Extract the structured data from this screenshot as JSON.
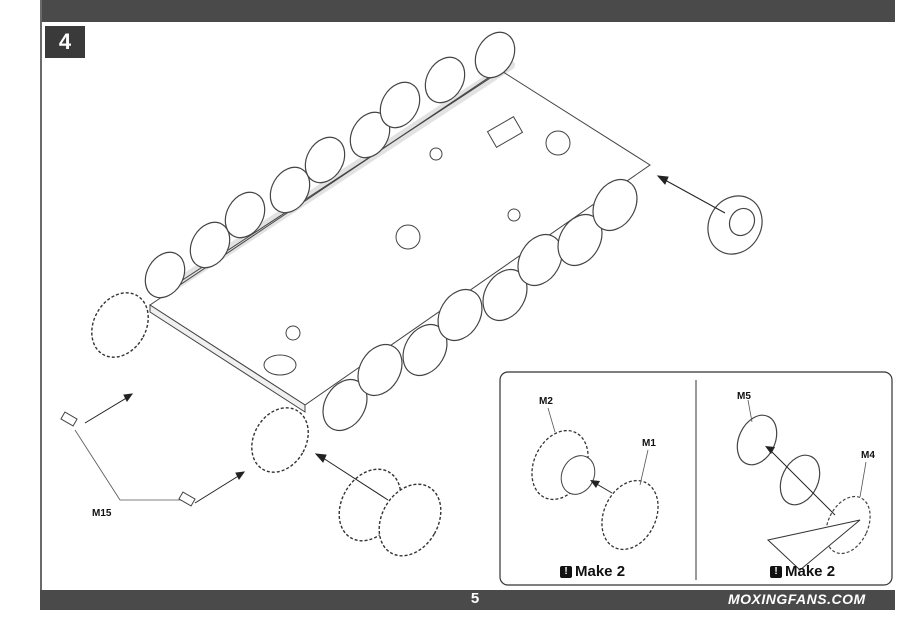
{
  "step": {
    "number": "4"
  },
  "footer": {
    "page_number": "5",
    "watermark": "MOXINGFANS.COM"
  },
  "main": {
    "part_label": "M15"
  },
  "inset_left": {
    "parts": [
      "M2",
      "M1"
    ],
    "instruction": "Make 2",
    "warning_icon": "exclamation-icon"
  },
  "inset_right": {
    "parts": [
      "M5",
      "M4"
    ],
    "instruction": "Make 2",
    "warning_icon": "exclamation-icon"
  }
}
